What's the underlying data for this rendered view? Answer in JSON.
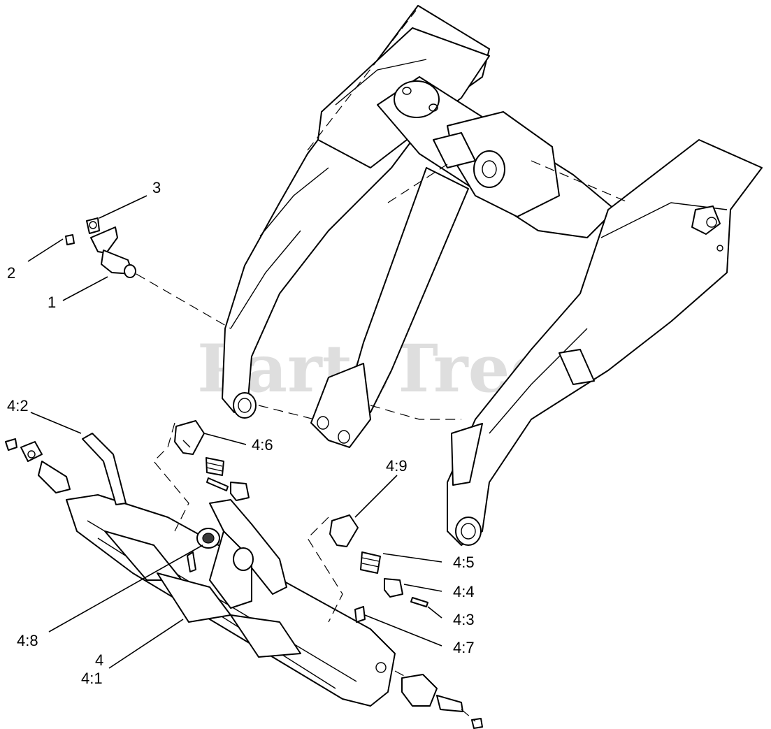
{
  "watermark": {
    "text": "PartsTree",
    "trademark": "™"
  },
  "callouts": {
    "c1": "1",
    "c2": "2",
    "c3": "3",
    "c4": "4",
    "c4_1": "4:1",
    "c4_2": "4:2",
    "c4_3": "4:3",
    "c4_4": "4:4",
    "c4_5": "4:5",
    "c4_6": "4:6",
    "c4_7": "4:7",
    "c4_8": "4:8",
    "c4_9": "4:9"
  }
}
